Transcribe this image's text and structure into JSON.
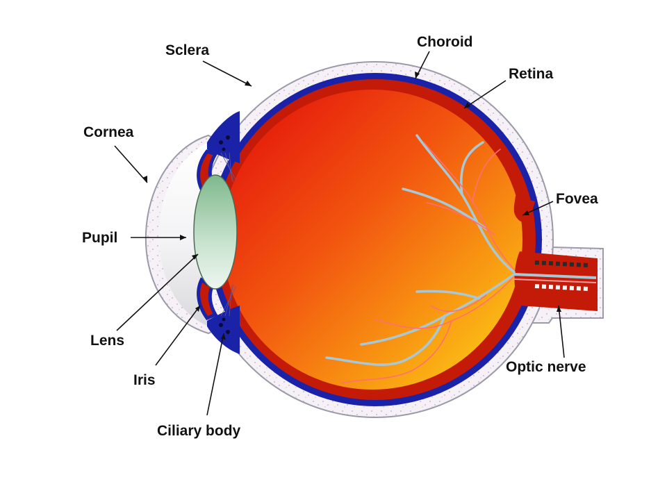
{
  "labels": {
    "sclera": "Sclera",
    "choroid": "Choroid",
    "retina": "Retina",
    "cornea": "Cornea",
    "fovea": "Fovea",
    "pupil": "Pupil",
    "lens": "Lens",
    "iris": "Iris",
    "ciliary_body": "Ciliary body",
    "optic_nerve": "Optic nerve"
  },
  "colors": {
    "sclera": "#f4eff4",
    "choroid": "#1a23a8",
    "retina": "#c41a08",
    "vitreous_start": "#e8220e",
    "vitreous_end": "#fbb414",
    "lens": "#86bf98",
    "blood_vessel": "#ff6b6b",
    "vein": "#a9c8d6"
  }
}
